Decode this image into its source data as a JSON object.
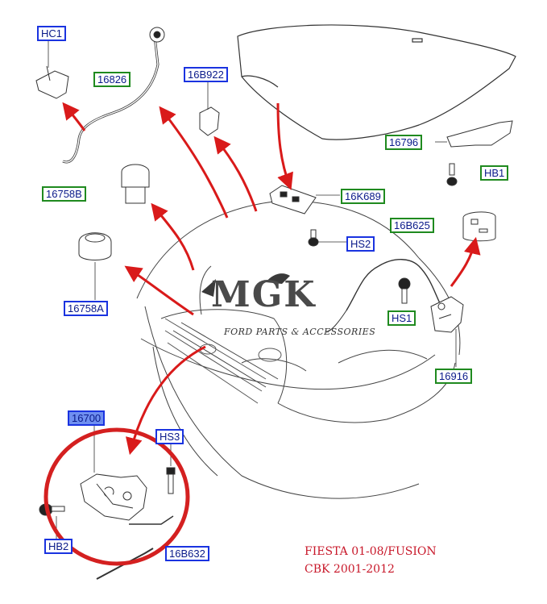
{
  "labels": {
    "hc1": "HC1",
    "p16826": "16826",
    "p16b922": "16B922",
    "p16796": "16796",
    "hb1": "HB1",
    "p16758b": "16758B",
    "p16k689": "16K689",
    "p16b625": "16B625",
    "hs2": "HS2",
    "p16758a": "16758A",
    "hs1": "HS1",
    "p16916": "16916",
    "p16700": "16700",
    "hs3": "HS3",
    "hb2": "HB2",
    "p16b632": "16B632"
  },
  "watermark": {
    "logo": "MGK",
    "subtitle": "FORD PARTS & ACCESSORIES"
  },
  "caption": {
    "line1": "FIESTA 01-08/FUSION",
    "line2": "CBK 2001-2012"
  },
  "colors": {
    "arrow": "#d91a1a",
    "highlight_circle": "#d42020",
    "label_blue": "#1a33e0",
    "label_green": "#1f8a1f",
    "caption": "#c8182a"
  }
}
